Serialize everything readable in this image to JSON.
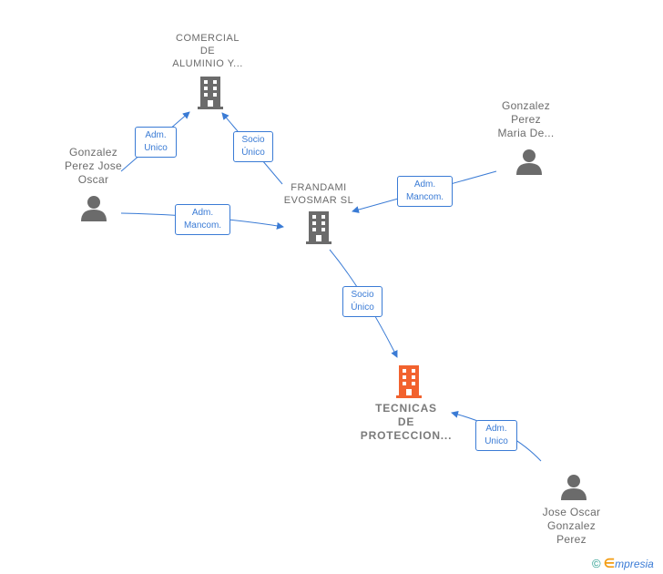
{
  "colors": {
    "edge": "#3a7bd5",
    "node_gray": "#6b6b6b",
    "highlight": "#f2622e"
  },
  "nodes": {
    "comercial": {
      "label": "COMERCIAL\nDE\nALUMINIO Y...",
      "icon": "building-icon"
    },
    "frandami": {
      "label": "FRANDAMI\nEVOSMAR SL",
      "icon": "building-icon"
    },
    "tecnicas": {
      "label": "TECNICAS\nDE\nPROTECCION...",
      "icon": "building-icon"
    },
    "gonzalez_jose_oscar": {
      "label": "Gonzalez\nPerez Jose\nOscar",
      "icon": "person-icon"
    },
    "gonzalez_maria": {
      "label": "Gonzalez\nPerez\nMaria De...",
      "icon": "person-icon"
    },
    "jose_oscar_gonzalez": {
      "label": "Jose Oscar\nGonzalez\nPerez",
      "icon": "person-icon"
    }
  },
  "edges": {
    "adm_unico_1": "Adm.\nUnico",
    "socio_unico_1": "Socio\nÚnico",
    "adm_mancom_1": "Adm.\nMancom.",
    "adm_mancom_2": "Adm.\nMancom.",
    "socio_unico_2": "Socio\nÚnico",
    "adm_unico_2": "Adm.\nUnico"
  },
  "brand": {
    "copyright": "©",
    "e": "∈",
    "name": "mpresia"
  }
}
